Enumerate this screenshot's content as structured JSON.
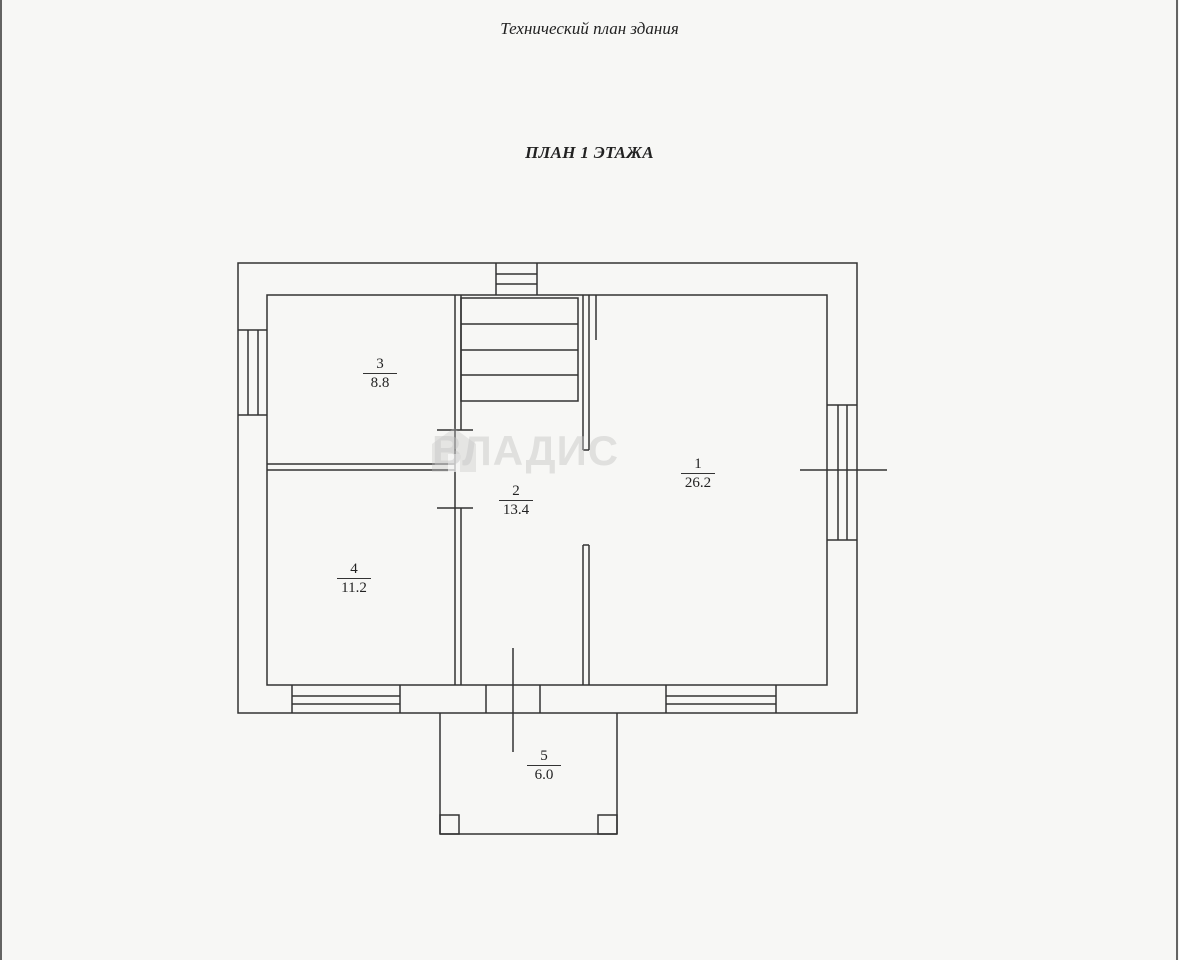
{
  "document": {
    "title": "Технический план здания",
    "plan_title": "ПЛАН 1 ЭТАЖА"
  },
  "rooms": [
    {
      "number": "1",
      "area": "26.2"
    },
    {
      "number": "2",
      "area": "13.4"
    },
    {
      "number": "3",
      "area": "8.8"
    },
    {
      "number": "4",
      "area": "11.2"
    },
    {
      "number": "5",
      "area": "6.0"
    }
  ],
  "watermark": {
    "text": "ВЛАДИС"
  },
  "colors": {
    "line": "#333333",
    "background": "#f7f7f5"
  }
}
